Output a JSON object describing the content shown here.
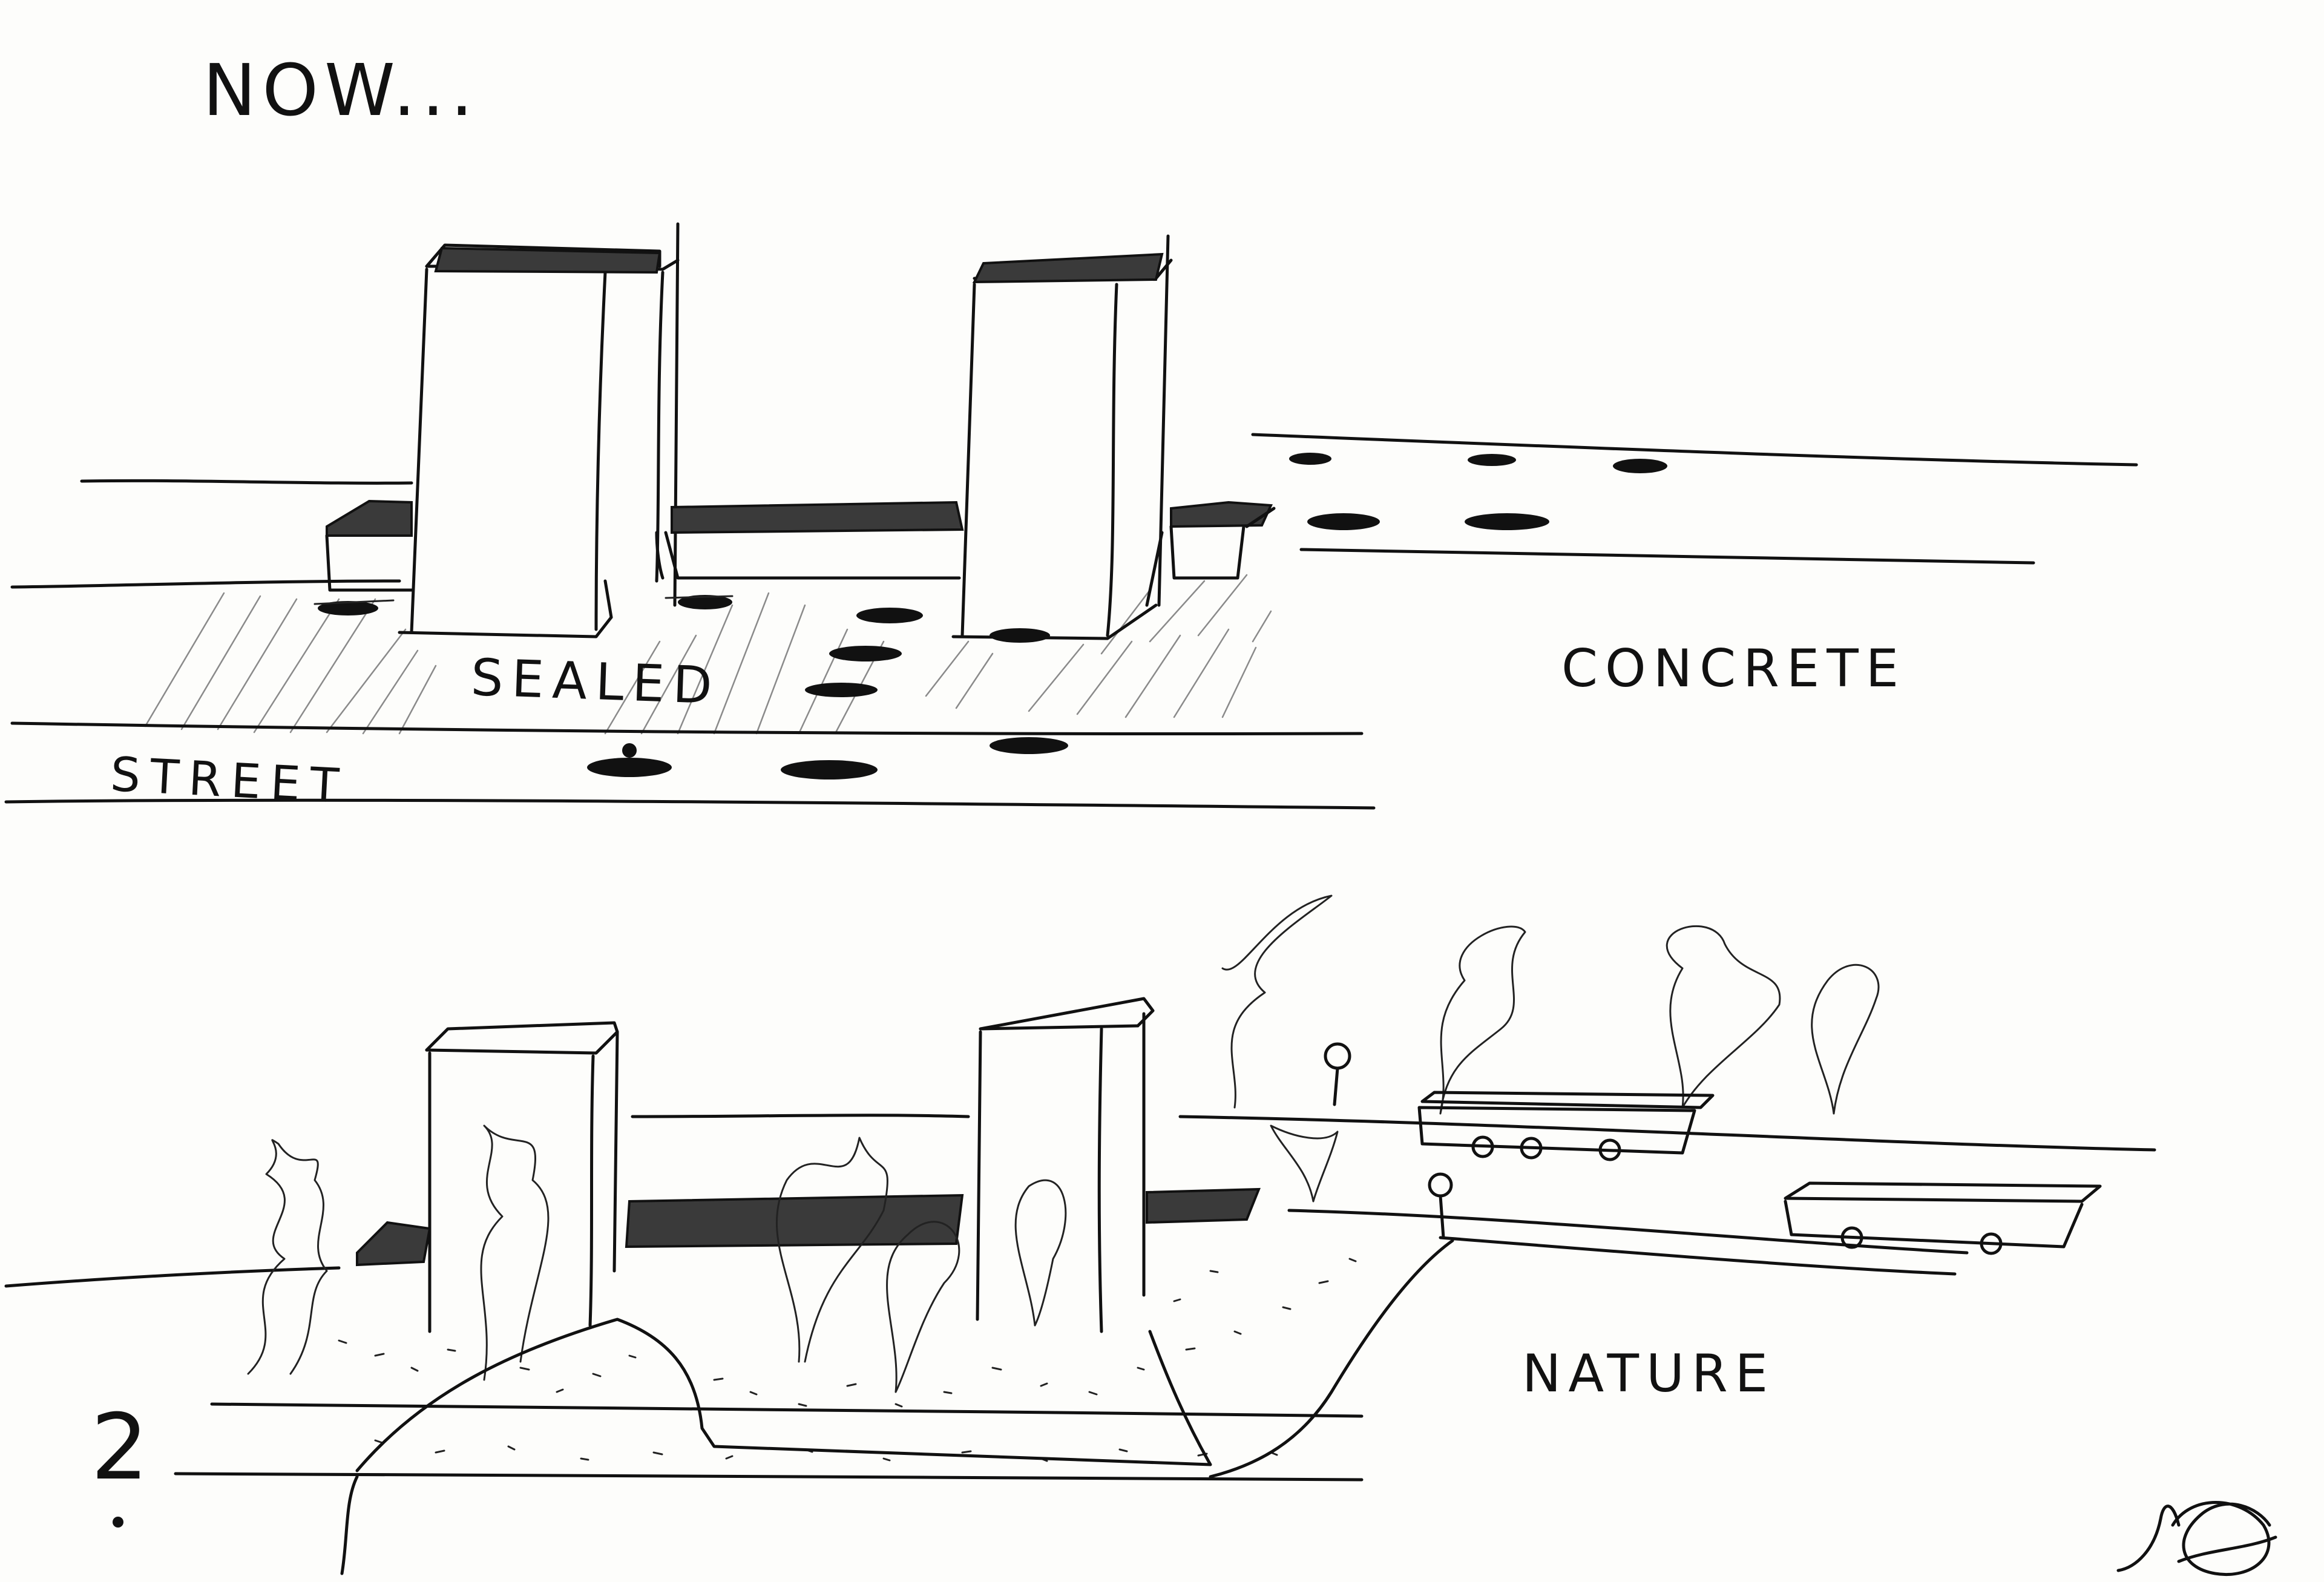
{
  "sketch": {
    "heading": "NOW...",
    "labels": {
      "sealed": "SEALED",
      "street": "STREET",
      "concrete": "CONCRETE",
      "nature": "NATURE"
    },
    "sheet_number": "2",
    "signature": "handwritten initials (drawn as picture)",
    "ink_color": "#111111",
    "paper_color": "#fdfdfb"
  }
}
